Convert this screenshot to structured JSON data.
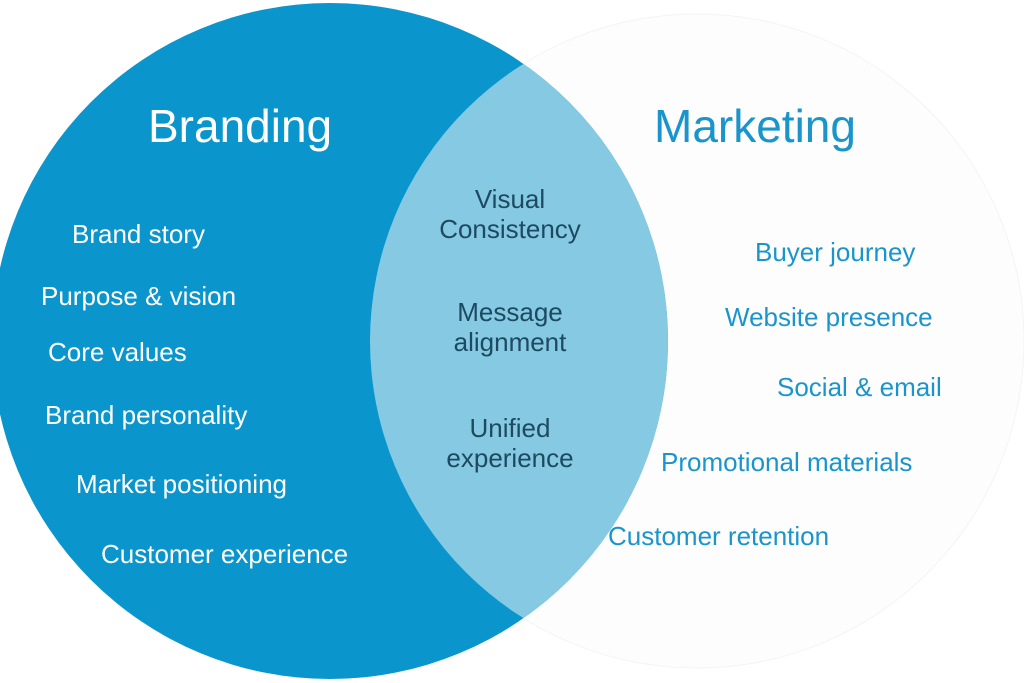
{
  "colors": {
    "branding": "#0a96cc",
    "overlap": "#85c9e3",
    "marketing": "#fdfdfd",
    "marketing_text": "#1a95cc",
    "overlap_text": "#1d4a60"
  },
  "branding": {
    "title": "Branding",
    "items": [
      "Brand story",
      "Purpose & vision",
      "Core values",
      "Brand personality",
      "Market positioning",
      "Customer experience"
    ]
  },
  "overlap": {
    "items": [
      [
        "Visual",
        "Consistency"
      ],
      [
        "Message",
        "alignment"
      ],
      [
        "Unified",
        "experience"
      ]
    ]
  },
  "marketing": {
    "title": "Marketing",
    "items": [
      "Buyer journey",
      "Website presence",
      "Social & email",
      "Promotional materials",
      "Customer retention"
    ]
  }
}
